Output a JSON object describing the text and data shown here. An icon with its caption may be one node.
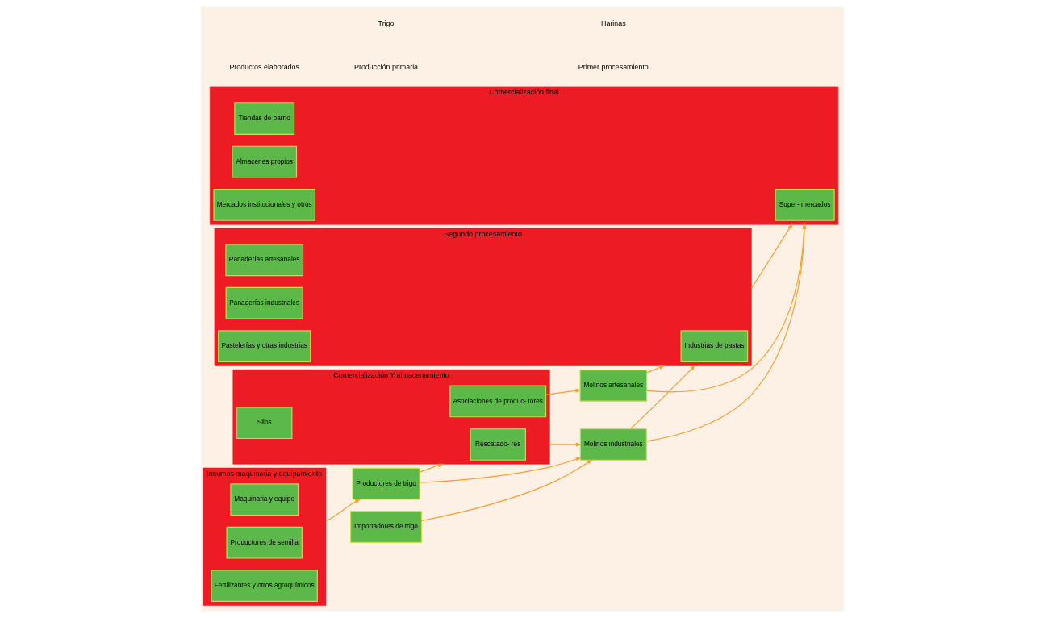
{
  "diagram": {
    "nodes": [
      {
        "text": [
          "Insumos maquinaria y equipamiento"
        ]
      },
      {
        "text": [
          "Maquinaria y equipo"
        ],
        "in": 0
      },
      {
        "text": [
          "Productores de semilla"
        ],
        "in": 0
      },
      {
        "text": [
          "Fertilizantes y otros agroquímicos"
        ],
        "in": 0
      },
      {
        "text": [
          "Productores de trigo"
        ]
      },
      {
        "text": [
          "Importadores de trigo"
        ]
      },
      {
        "text": [
          "Comercialización Y almacenamiento"
        ]
      },
      {
        "text": [
          "Asociaciones de produc- tores"
        ],
        "in": 6
      },
      {
        "text": [
          "Rescatado- res"
        ],
        "in": 6
      },
      {
        "text": [
          "Silos"
        ],
        "in": 6
      },
      {
        "text": [
          "Molinos artesanales"
        ]
      },
      {
        "text": [
          "Molinos industriales"
        ]
      },
      {
        "text": [
          "Segundo procesamiento"
        ]
      },
      {
        "text": [
          "Panaderías artesanales"
        ],
        "in": 12
      },
      {
        "text": [
          "Panaderías industriales"
        ],
        "in": 12
      },
      {
        "text": [
          "Industrias de pastas"
        ],
        "in": 12
      },
      {
        "text": [
          "Pastelerías y otras industrias"
        ],
        "in": 12
      },
      {
        "text": [
          "Comercialización final"
        ]
      },
      {
        "text": [
          "Tiendas de barrio"
        ],
        "in": 17
      },
      {
        "text": [
          "Almacenes propios"
        ],
        "in": 17
      },
      {
        "text": [
          "Super- mercados"
        ],
        "in": 17
      },
      {
        "text": [
          "Mercados institucionales y otros"
        ],
        "in": 17
      }
    ],
    "edges": [
      {
        "from": 0,
        "to": 4,
        "arrow": "to"
      },
      {
        "from": 4,
        "to": 6,
        "arrow": "to"
      },
      {
        "from": 7,
        "to": 10,
        "arrow": "to"
      },
      {
        "from": 6,
        "to": 11,
        "arrow": "to"
      },
      {
        "from": 4,
        "to": 11,
        "arrow": "to"
      },
      {
        "from": 5,
        "to": 11,
        "arrow": "to"
      },
      {
        "from": 10,
        "to": 17,
        "arrow": "to"
      },
      {
        "from": 10,
        "to": 12,
        "arrow": "to"
      },
      {
        "from": 11,
        "to": 12,
        "arrow": "to"
      },
      {
        "from": 12,
        "to": 17,
        "arrow": "to"
      },
      {
        "from": 11,
        "to": 17,
        "arrow": "to"
      }
    ],
    "labels": [
      "Producción primaria",
      "Primer procesamiento",
      "Trigo",
      "Harinas",
      "Productos elaborados"
    ]
  }
}
